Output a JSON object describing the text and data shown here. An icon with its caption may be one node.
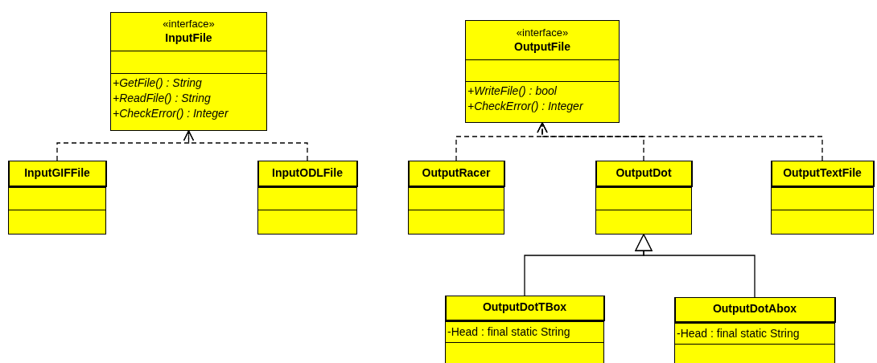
{
  "diagram": {
    "nodes": [
      {
        "text": [
          "«interface»",
          "InputFile",
          "+GetFile() : String",
          "+ReadFile() : String",
          "+CheckError() : Integer"
        ]
      },
      {
        "text": [
          "InputGIFFile"
        ]
      },
      {
        "text": [
          "InputODLFile"
        ]
      },
      {
        "text": [
          "«interface»",
          "OutputFile",
          "+WriteFile() : bool",
          "+CheckError() : Integer"
        ]
      },
      {
        "text": [
          "OutputRacer"
        ]
      },
      {
        "text": [
          "OutputDot"
        ]
      },
      {
        "text": [
          "OutputTextFile"
        ]
      },
      {
        "text": [
          "OutputDotTBox",
          "-Head : final static String"
        ]
      },
      {
        "text": [
          "OutputDotAbox",
          "-Head : final static String"
        ]
      }
    ],
    "edges": [
      {
        "from": 1,
        "to": 0,
        "arrow": "to",
        "style": "dashed"
      },
      {
        "from": 2,
        "to": 0,
        "arrow": "to",
        "style": "dashed"
      },
      {
        "from": 4,
        "to": 3,
        "arrow": "to",
        "style": "dashed"
      },
      {
        "from": 5,
        "to": 3,
        "arrow": "to",
        "style": "dashed"
      },
      {
        "from": 6,
        "to": 3,
        "arrow": "to",
        "style": "dashed"
      },
      {
        "from": 7,
        "to": 5,
        "arrow": "to"
      },
      {
        "from": 8,
        "to": 5,
        "arrow": "to"
      }
    ]
  }
}
